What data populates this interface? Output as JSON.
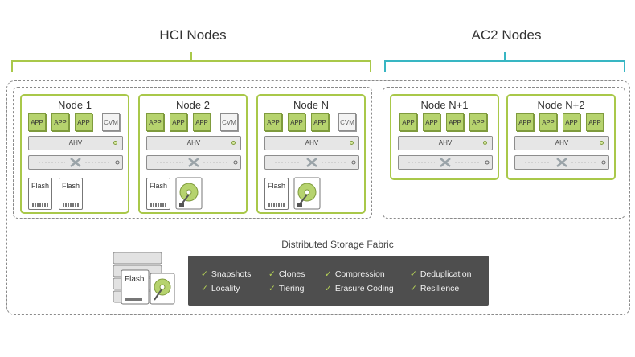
{
  "groups": {
    "hci": {
      "title": "HCI Nodes",
      "color": "#a9c84a"
    },
    "ac2": {
      "title": "AC2 Nodes",
      "color": "#38b6c3"
    }
  },
  "nodes": {
    "node1": {
      "title": "Node 1",
      "apps": [
        "APP",
        "APP",
        "APP"
      ],
      "cvm": "CVM",
      "hypervisor": "AHV",
      "drives": [
        "Flash",
        "Flash"
      ]
    },
    "node2": {
      "title": "Node 2",
      "apps": [
        "APP",
        "APP",
        "APP"
      ],
      "cvm": "CVM",
      "hypervisor": "AHV",
      "drives": [
        "Flash"
      ],
      "hdd": true
    },
    "nodeN": {
      "title": "Node N",
      "apps": [
        "APP",
        "APP",
        "APP"
      ],
      "cvm": "CVM",
      "hypervisor": "AHV",
      "drives": [
        "Flash"
      ],
      "hdd": true
    },
    "nodeN1": {
      "title": "Node N+1",
      "apps": [
        "APP",
        "APP",
        "APP",
        "APP"
      ],
      "hypervisor": "AHV"
    },
    "nodeN2": {
      "title": "Node N+2",
      "apps": [
        "APP",
        "APP",
        "APP",
        "APP"
      ],
      "hypervisor": "AHV"
    }
  },
  "dsf": {
    "title": "Distributed Storage Fabric",
    "icon_label": "Flash",
    "features": [
      [
        "Snapshots",
        "Clones",
        "Compression",
        "Deduplication"
      ],
      [
        "Locality",
        "Tiering",
        "Erasure Coding",
        "Resilience"
      ]
    ]
  },
  "colors": {
    "accent_green": "#a9c84a",
    "app_fill": "#b6d36e",
    "ac2_teal": "#38b6c3",
    "dsf_box": "#4e4e4e"
  }
}
